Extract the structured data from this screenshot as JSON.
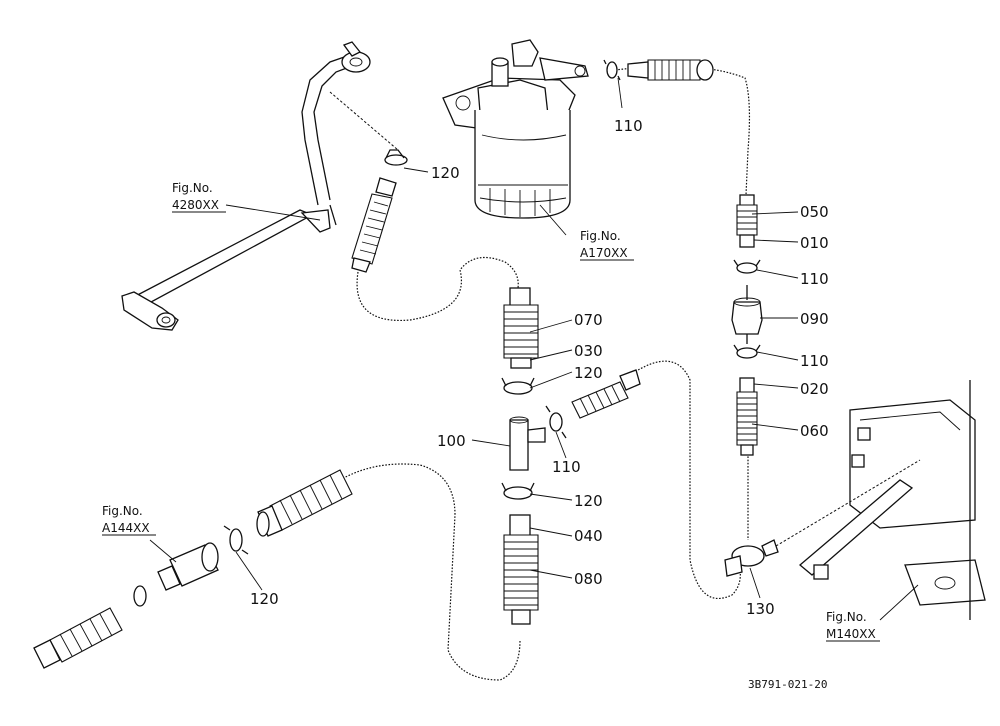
{
  "part_labels": {
    "p110_top": "110",
    "p120_top": "120",
    "p050": "050",
    "p010": "010",
    "p110_a": "110",
    "p090": "090",
    "p110_b": "110",
    "p020": "020",
    "p060": "060",
    "p070": "070",
    "p030": "030",
    "p120_mid": "120",
    "p100": "100",
    "p110_mid": "110",
    "p120_low": "120",
    "p040": "040",
    "p080": "080",
    "p120_left": "120",
    "p130": "130"
  },
  "figure_refs": {
    "f4280_title": "Fig.No.",
    "f4280_code": "4280XX",
    "fA170_title": "Fig.No.",
    "fA170_code": "A170XX",
    "fA144_title": "Fig.No.",
    "fA144_code": "A144XX",
    "fM140_title": "Fig.No.",
    "fM140_code": "M140XX"
  },
  "drawing_code": "3B791-021-20"
}
